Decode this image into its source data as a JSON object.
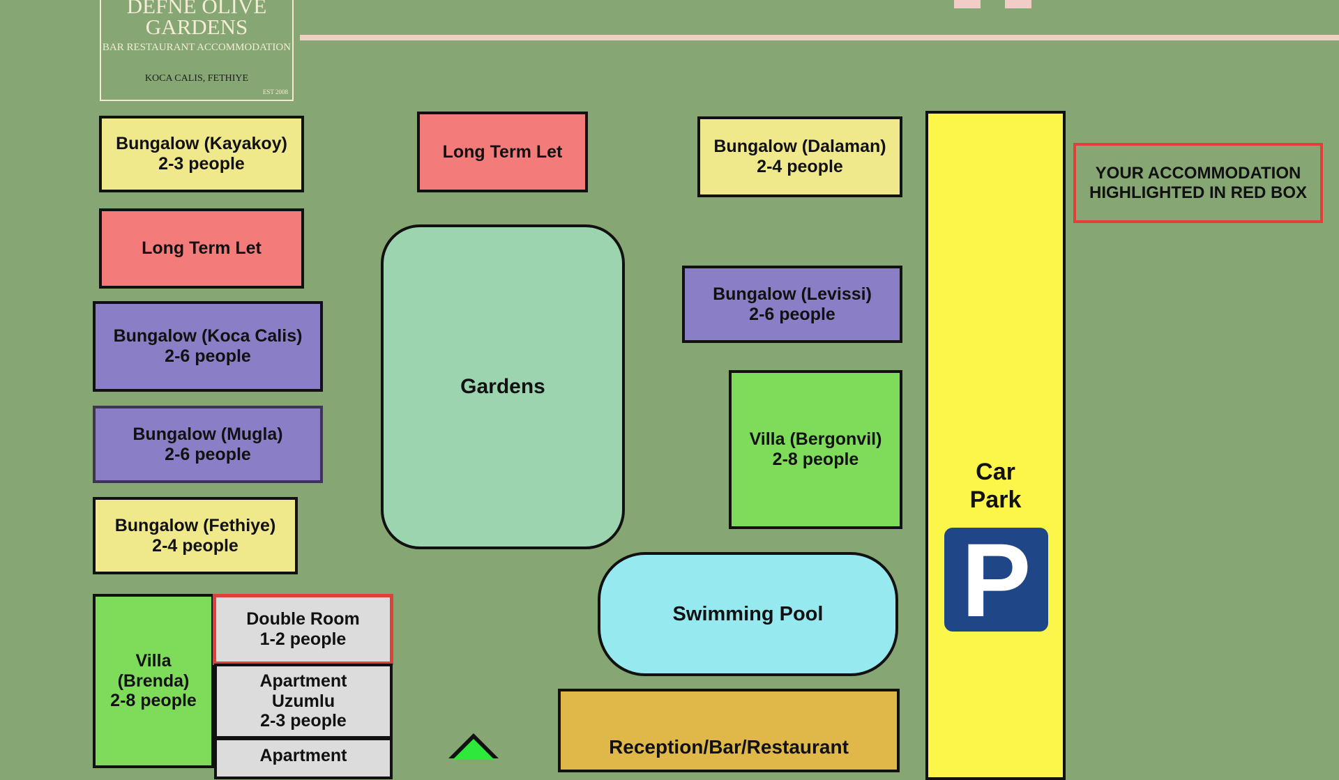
{
  "logo": {
    "line1": "DEFNE OLIVE",
    "line2": "GARDENS",
    "tagline": "BAR RESTAURANT ACCOMMODATION",
    "location": "KOCA CALIS, FETHIYE",
    "established": "EST 2008"
  },
  "plots": [
    {
      "id": "kayakoy",
      "name": "Bungalow (Kayakoy)",
      "capacity": "2-3 people"
    },
    {
      "id": "long-term-left",
      "name": "Long Term Let"
    },
    {
      "id": "koca-calis",
      "name": "Bungalow (Koca Calis)",
      "capacity": "2-6 people"
    },
    {
      "id": "mugla",
      "name": "Bungalow (Mugla)",
      "capacity": "2-6 people"
    },
    {
      "id": "fethiye",
      "name": "Bungalow (Fethiye)",
      "capacity": "2-4 people"
    },
    {
      "id": "brenda",
      "name": "Villa (Brenda)",
      "capacity": "2-8 people"
    },
    {
      "id": "double-room",
      "name": "Double Room",
      "capacity": "1-2 people"
    },
    {
      "id": "uzumlu",
      "name": "Apartment Uzumlu",
      "capacity": "2-3 people"
    },
    {
      "id": "apartment-partial",
      "name": "Apartment"
    },
    {
      "id": "long-term-top",
      "name": "Long Term Let"
    },
    {
      "id": "dalaman",
      "name": "Bungalow (Dalaman)",
      "capacity": "2-4 people"
    },
    {
      "id": "levissi",
      "name": "Bungalow (Levissi)",
      "capacity": "2-6 people"
    },
    {
      "id": "bergonvil",
      "name": "Villa (Bergonvil)",
      "capacity": "2-8 people"
    }
  ],
  "areas": {
    "gardens": "Gardens",
    "pool": "Swimming Pool",
    "reception": "Reception/Bar/Restaurant",
    "car_park": "Car Park",
    "parking_symbol": "P"
  },
  "note": "YOUR ACCOMMODATION HIGHLIGHTED IN RED BOX",
  "colors": {
    "background": "#86a773",
    "bungalow_yellow": "#efe98c",
    "long_term_red": "#f37b7a",
    "bungalow_purple": "#8a7ec6",
    "villa_green": "#7fdc5b",
    "gardens": "#9bd4ae",
    "pool": "#97e9f0",
    "reception": "#e0b84a",
    "car_park": "#fdf64a",
    "parking_sign": "#1f4788",
    "highlight": "#e0403a"
  }
}
